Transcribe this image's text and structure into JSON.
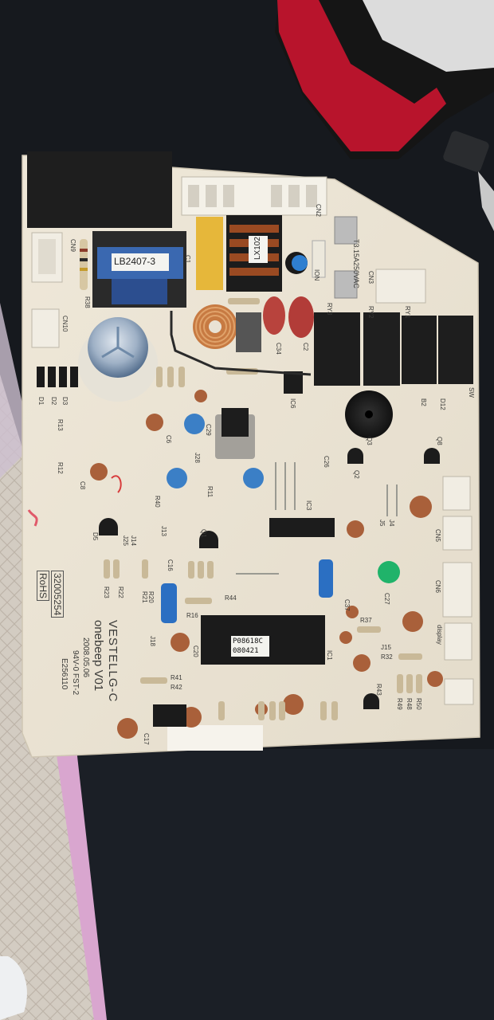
{
  "photo": {
    "board": {
      "brand": "VESTELLG-C",
      "model": "onebeep V01",
      "date": "2008.05.06",
      "rating": "94V-0 FST-2",
      "ul_file": "E256110",
      "part_number": "32005254",
      "compliance": "RoHS"
    },
    "transformer_label": "LB2407-3",
    "choke_label": "LX102",
    "fuse_label": "T3.15A250VAC",
    "chip_label_line1": "P08618C",
    "chip_label_line2": "080421",
    "silkscreen": {
      "cn9": "CN9",
      "cn10": "CN10",
      "cn3": "CN3",
      "cn5": "CN5",
      "cn6": "CN6",
      "cn2": "CN2",
      "r38": "R38",
      "ry1": "RY1",
      "ry2": "RY2",
      "ry3": "RY3",
      "c34": "C34",
      "c2": "C2",
      "c1": "C1",
      "ic1": "IC1",
      "ic3": "IC3",
      "ic6": "IC6",
      "r44": "R44",
      "r16": "R16",
      "r41": "R41",
      "r42": "R42",
      "c17": "C17",
      "d12": "D12",
      "c26": "C26",
      "c27": "C27",
      "c37": "C37",
      "r37": "R37",
      "j15": "J15",
      "r32": "R32",
      "r43": "R43",
      "r49": "R49",
      "r48": "R48",
      "r50": "R50",
      "j18": "J18",
      "c20": "C20",
      "r11": "R11",
      "r40": "R40",
      "c8": "C8",
      "r12": "R12",
      "r13": "R13",
      "d1": "D1",
      "d2": "D2",
      "d3": "D3",
      "c29": "C29",
      "c6": "C6",
      "j28": "J28",
      "r20": "R20",
      "r21": "R21",
      "r22": "R22",
      "r23": "R23",
      "c16": "C16",
      "d5": "D5",
      "j14": "J14",
      "j25": "J25",
      "j13": "J13",
      "q1": "Q1",
      "q2": "Q2",
      "q3": "Q3",
      "q8": "Q8",
      "j4": "J4",
      "j5": "J5",
      "display": "display",
      "ion": "ION",
      "sw": "SW",
      "b2": "B2"
    }
  }
}
